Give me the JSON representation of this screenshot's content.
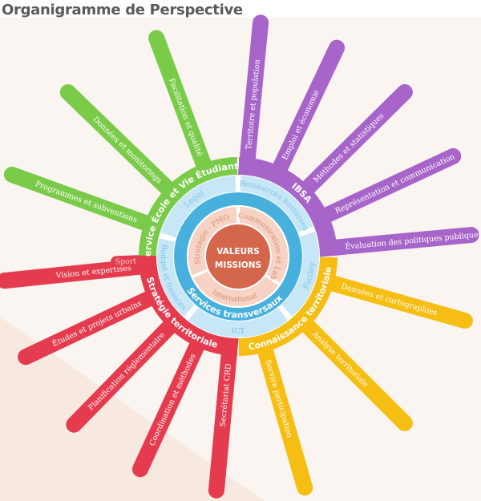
{
  "title": "Organigramme de Perspective",
  "colors": {
    "background": "#fbf5f1",
    "background_band": "#f7e9e0",
    "center": "#d4664c",
    "core_ring": "#f6d3c4",
    "services_band": "#48b0dc",
    "services_ring": "#c8e7f6"
  },
  "center": {
    "line1": "VALEURS",
    "line2": "MISSIONS"
  },
  "core_ring": [
    "Stratégie - PMO",
    "Communication et Lab",
    "International"
  ],
  "services": {
    "label": "Services transversaux",
    "items": [
      "Legal",
      "Ressources humaines",
      "Facility",
      "ICT",
      "Budget et finances"
    ]
  },
  "departments": [
    {
      "name": "Service École et Vie Étudiante",
      "color": "#7acb4a",
      "units": [
        "Programmes et subventions",
        "Données et monitorings",
        "Facilitation et qualité"
      ]
    },
    {
      "name": "IBSA",
      "color": "#a865c9",
      "units": [
        "Territoire et population",
        "Emploi et économie",
        "Méthodes et statistiques",
        "Représentation et communication",
        "Évaluation des politiques publiques"
      ]
    },
    {
      "name": "Connaissance territoriale",
      "color": "#f6bd12",
      "units": [
        "Données et cartographies",
        "Analyse territoriale",
        "Service participation"
      ]
    },
    {
      "name": "Stratégie territoriale",
      "color": "#e53b4e",
      "units": [
        "Vision et expertises",
        "Études et projets urbains",
        "Planification réglementaire",
        "Coordination et méthodes",
        "Secrétariat CRD"
      ],
      "sub_unit": "Sport"
    }
  ]
}
